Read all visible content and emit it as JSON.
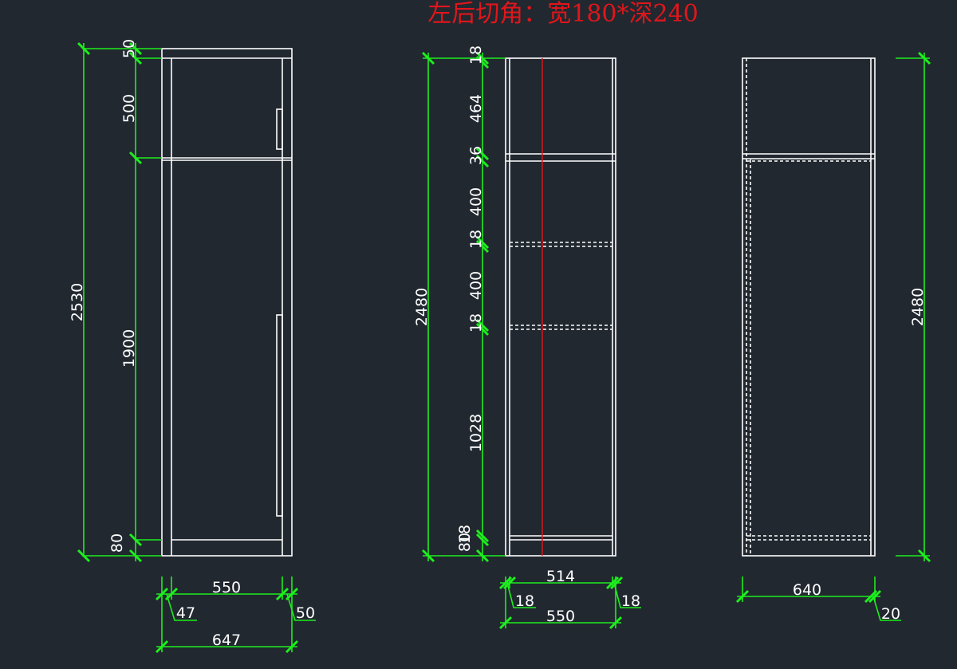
{
  "title": "左后切角：宽180*深240",
  "colors": {
    "background": "#212830",
    "dimension_line": "#1eee1e",
    "outline": "#ffffff",
    "title": "#e0161b",
    "centerline": "#e0161b"
  },
  "front_view": {
    "total_height": "2530",
    "heights": [
      "50",
      "500",
      "1900",
      "80"
    ],
    "widths": {
      "inner": "550",
      "left_offset": "47",
      "right_offset": "50",
      "total": "647"
    }
  },
  "section_view": {
    "total_height": "2480",
    "heights": [
      "18",
      "464",
      "36",
      "400",
      "18",
      "400",
      "18",
      "1028",
      "18",
      "80"
    ],
    "widths": {
      "inner_top": "514",
      "left_panel": "18",
      "right_panel": "18",
      "total": "550"
    }
  },
  "side_view": {
    "total_height": "2480",
    "widths": {
      "depth": "640",
      "back_offset": "20"
    }
  }
}
